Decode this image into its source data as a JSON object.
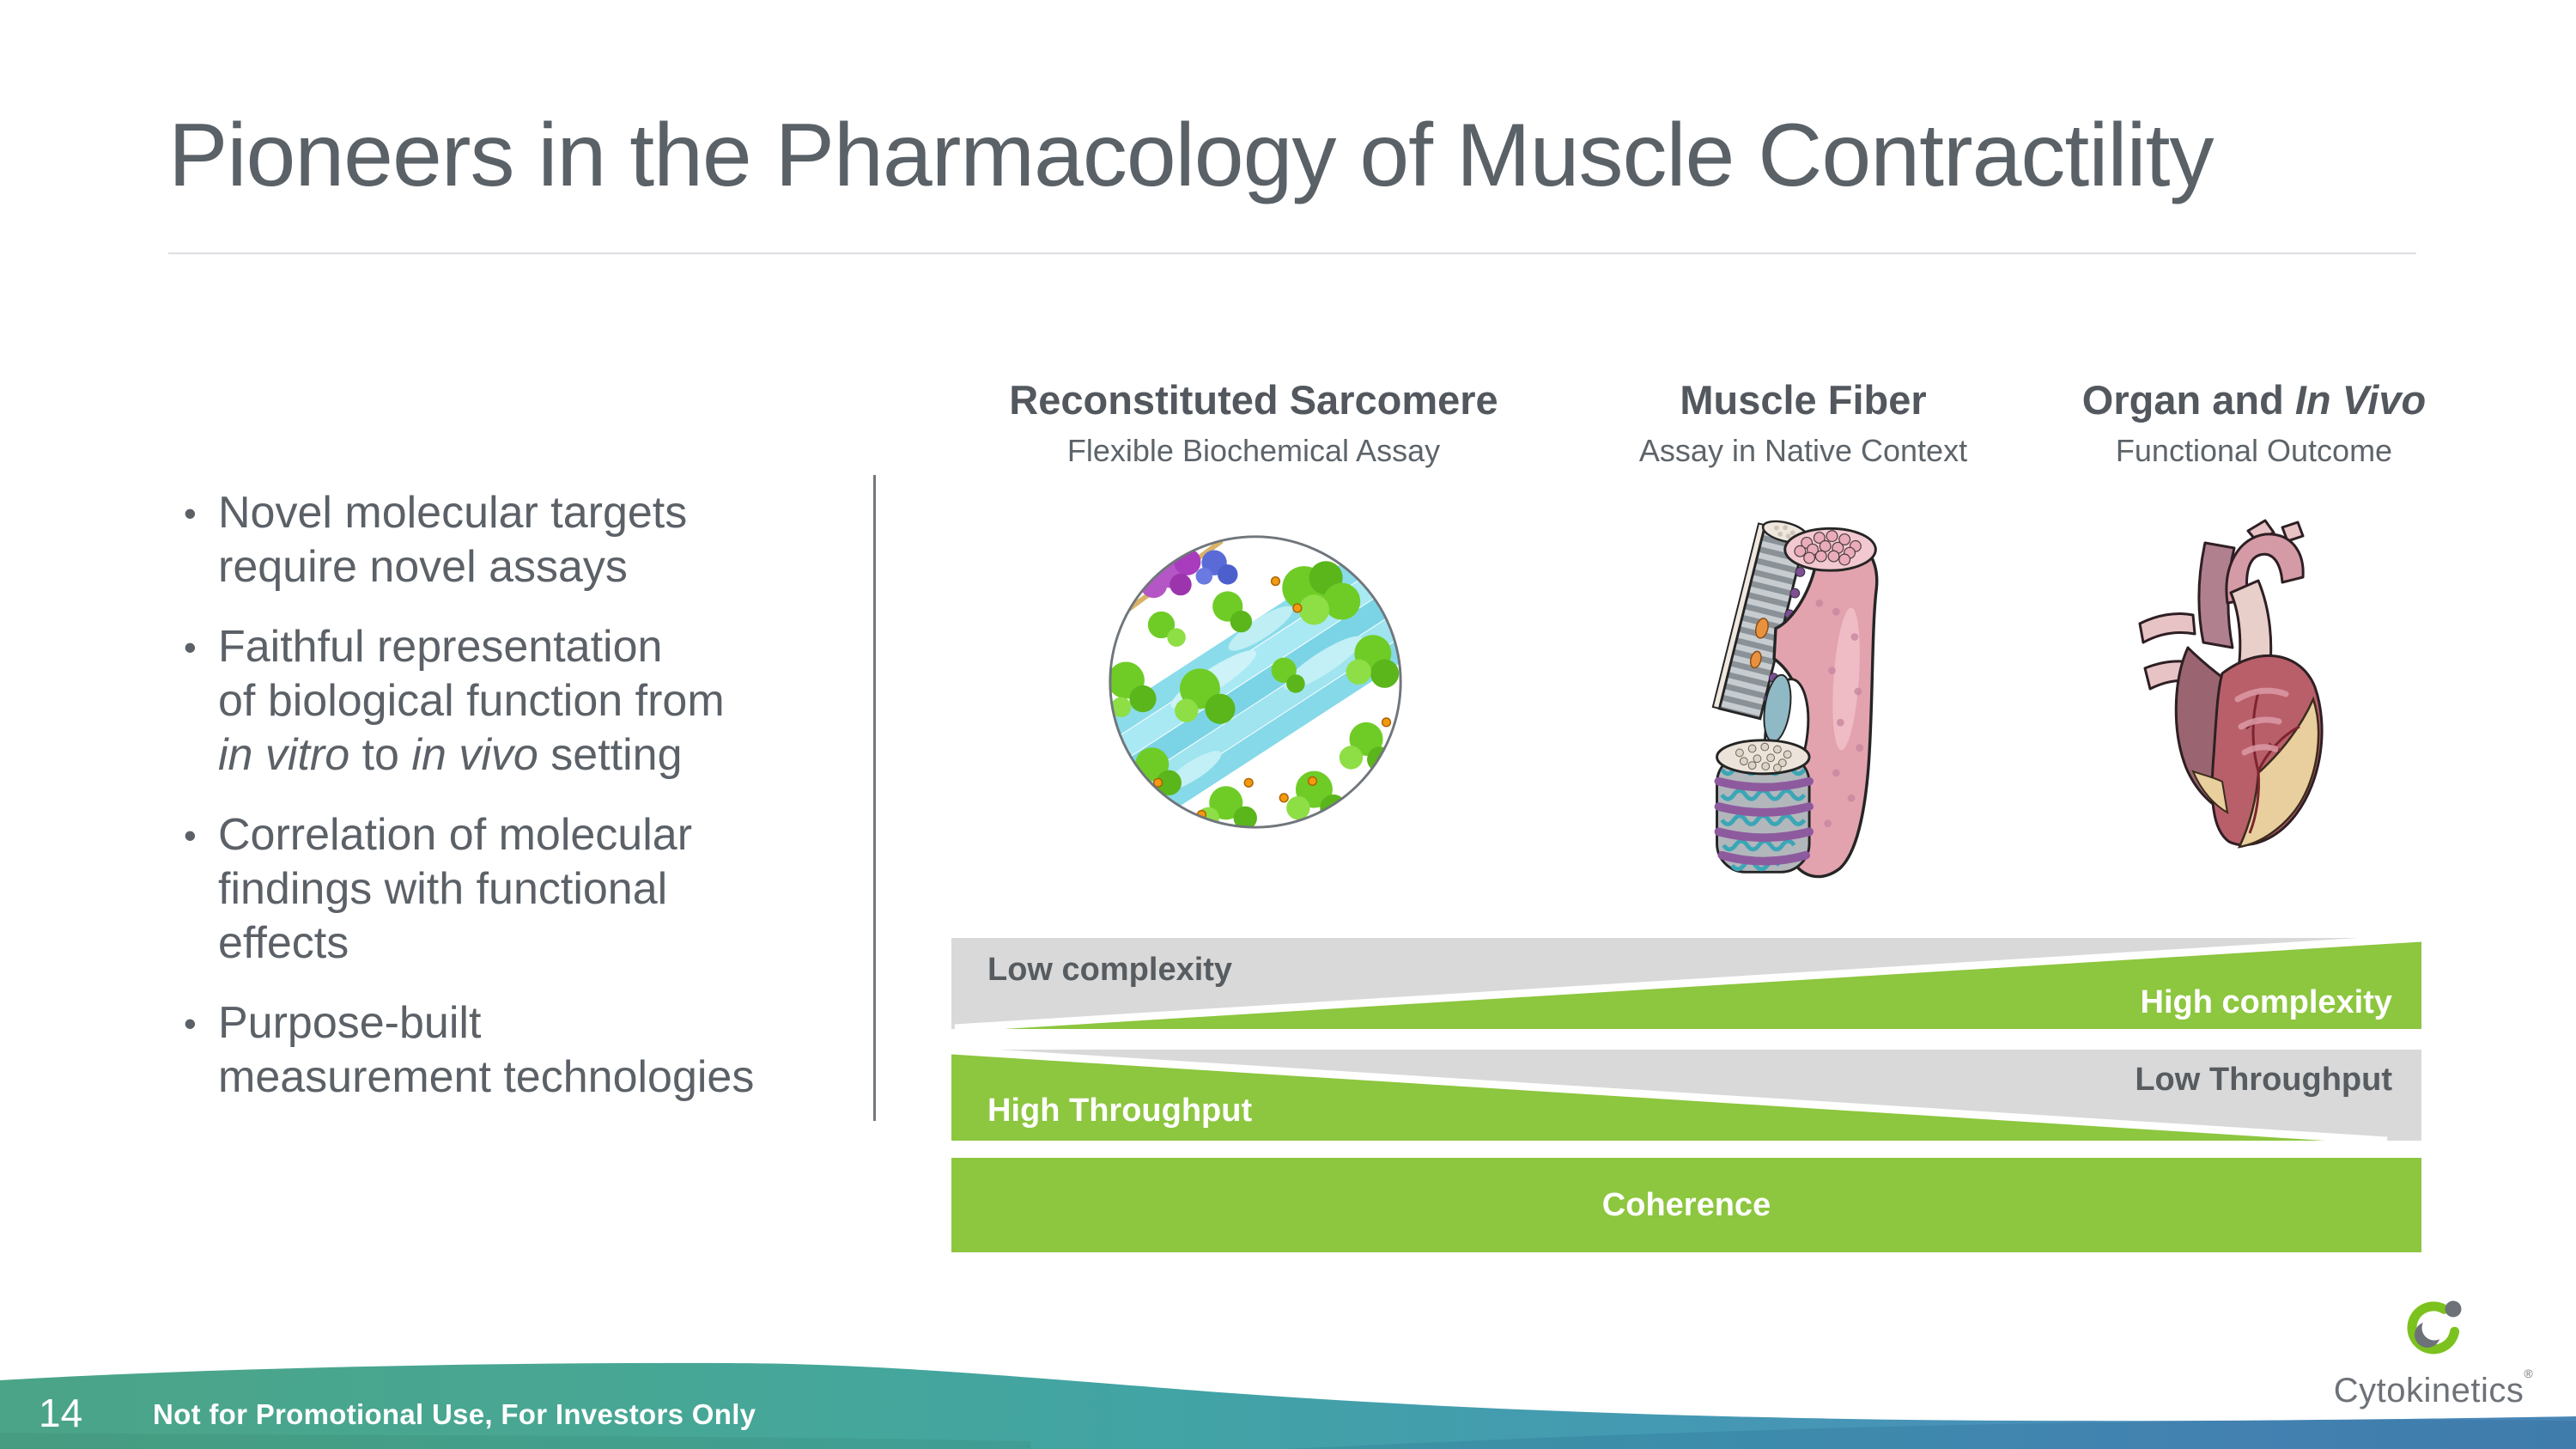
{
  "slide": {
    "title": "Pioneers in the Pharmacology of Muscle Contractility",
    "bullet_marker": "•",
    "page_number": "14",
    "footer_note": "Not for Promotional Use, For Investors Only"
  },
  "bullets": [
    {
      "line1": "Novel molecular targets",
      "line2": "require novel assays"
    },
    {
      "line1": "Faithful representation",
      "line2": "of biological function from",
      "line3_italic1": "in vitro",
      "line3_mid": " to ",
      "line3_italic2": "in vivo",
      "line3_end": " setting"
    },
    {
      "line1": "Correlation of molecular",
      "line2": "findings with functional",
      "line3": "effects"
    },
    {
      "line1": "Purpose-built",
      "line2": "measurement technologies"
    }
  ],
  "columns": [
    {
      "title": "Reconstituted Sarcomere",
      "subtitle": "Flexible Biochemical Assay",
      "illustration": "molecular-render-of-reconstituted-sarcomere"
    },
    {
      "title": "Muscle Fiber",
      "subtitle": "Assay in Native Context",
      "illustration": "muscle-fiber-cutaway-cartoon"
    },
    {
      "title_prefix": "Organ and ",
      "title_italic": "In Vivo",
      "subtitle": "Functional Outcome",
      "illustration": "anatomical-heart-cartoon"
    }
  ],
  "bars": {
    "complexity": {
      "left_label": "Low complexity",
      "right_label": "High complexity"
    },
    "throughput": {
      "left_label": "High Throughput",
      "right_label": "Low Throughput"
    },
    "coherence": {
      "label": "Coherence"
    }
  },
  "logo": {
    "wordmark": "Cytokinetics",
    "registered_mark": "®",
    "mark_icon": "cytokinetics-c-ring-mark"
  },
  "colors": {
    "accent_green": "#8dc63f",
    "bar_gray": "#d9d9d9",
    "text_gray": "#5b6167",
    "wave_left_teal": "#4ba487",
    "wave_right_blue": "#4a8cbb",
    "logo_green": "#7cc21e",
    "logo_gray": "#6d7278"
  }
}
